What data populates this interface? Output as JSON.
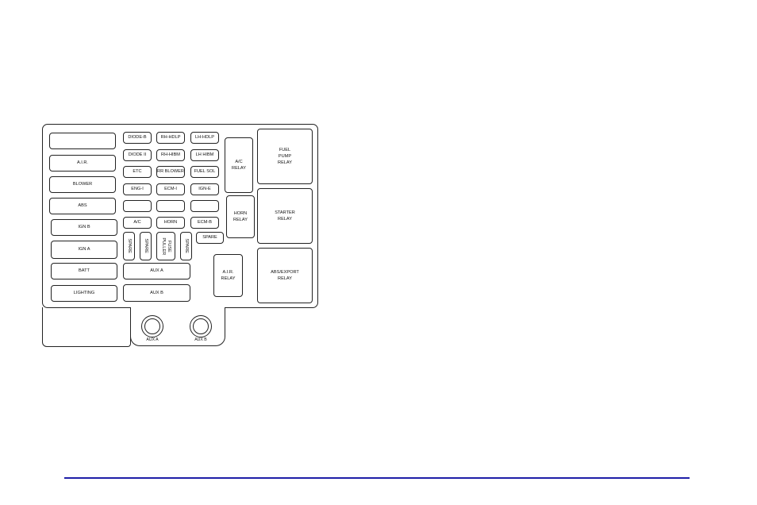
{
  "diagram": {
    "left_column": [
      "",
      "A.I.R.",
      "BLOWER",
      "ABS",
      "IGN B",
      "IGN A",
      "BATT",
      "LIGHTING"
    ],
    "fuse_rows": [
      [
        "DIODE-B",
        "RH-HDLP",
        "LH-HDLP"
      ],
      [
        "DIODE II",
        "RH-HIBM",
        "LH HIBM"
      ],
      [
        "ETC",
        "RR BLOWER",
        "FUEL SOL"
      ],
      [
        "ENG-I",
        "ECM-I",
        "IGN-E"
      ],
      [
        "",
        "",
        ""
      ],
      [
        "A/C",
        "HORN",
        "ECM-B"
      ]
    ],
    "vertical_cells": [
      "SPARE",
      "SPARE",
      "FUSE\nPULLER",
      "SPARE"
    ],
    "spare_small": "SPARE",
    "aux_a": "AUX A",
    "aux_b": "AUX B",
    "mid_relays": [
      "A/C\nRELAY",
      "HORN\nRELAY",
      "A.I.R.\nRELAY"
    ],
    "right_relays": [
      "FUEL\nPUMP\nRELAY",
      "STARTER\nRELAY",
      "ABS/EXPORT\nRELAY"
    ],
    "connectors": [
      "AUX A",
      "AUX B"
    ]
  },
  "colors": {
    "outline": "#222222",
    "footer_rule": "#1f1fa8"
  }
}
